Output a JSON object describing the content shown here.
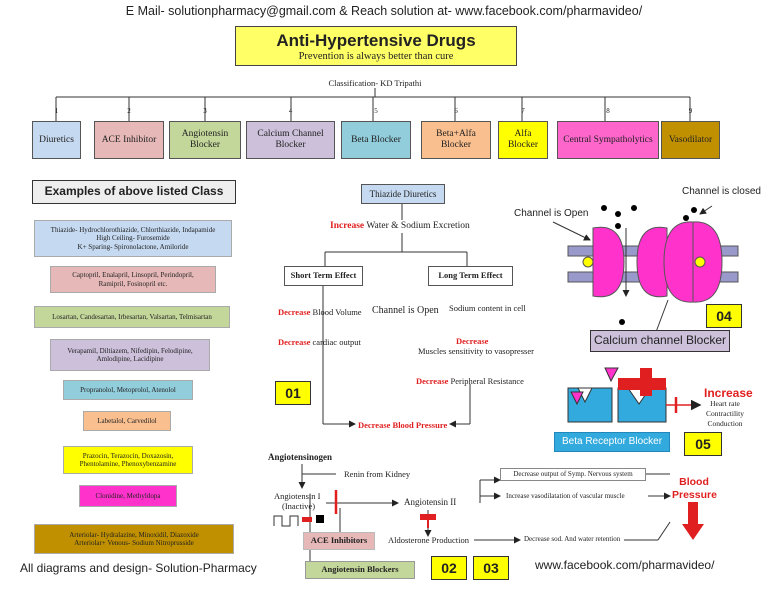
{
  "header": {
    "email_line": "E Mail- solutionpharmacy@gmail.com & Reach solution at- www.facebook.com/pharmavideo/",
    "title": "Anti-Hypertensive Drugs",
    "subtitle": "Prevention is always better than cure",
    "classification": "Classification- KD Tripathi"
  },
  "classes": [
    {
      "num": "1",
      "label": "Diuretics",
      "color": "#c5d9f1"
    },
    {
      "num": "2",
      "label": "ACE Inhibitor",
      "color": "#e6b9b8"
    },
    {
      "num": "3",
      "label": "Angiotensin Blocker",
      "color": "#c4d79b"
    },
    {
      "num": "4",
      "label": "Calcium Channel Blocker",
      "color": "#ccc0da"
    },
    {
      "num": "5",
      "label": "Beta Blocker",
      "color": "#92cddc"
    },
    {
      "num": "6",
      "label": "Beta+Alfa Blocker",
      "color": "#fabf8f"
    },
    {
      "num": "7",
      "label": "Alfa Blocker",
      "color": "#ffff00"
    },
    {
      "num": "8",
      "label": "Central Sympatholytics",
      "color": "#ff66cc"
    },
    {
      "num": "9",
      "label": "Vasodilator",
      "color": "#c09000"
    }
  ],
  "examples": {
    "heading": "Examples of above listed Class",
    "items": [
      {
        "lines": [
          "Thiazide- Hydrochlorothiazide, Chlorthiazide, Indapamide",
          "High Ceiling- Furosemide",
          "K+ Sparing- Spironolactone, Amiloride"
        ],
        "color": "#c5d9f1"
      },
      {
        "lines": [
          "Captopril, Enalapril, Linsopril, Perindopril,",
          "Ramipril, Fosinopril etc."
        ],
        "color": "#e6b9b8"
      },
      {
        "lines": [
          "Losartan, Candesartan, Irbesartan, Valsartan, Telmisartan"
        ],
        "color": "#c4d79b"
      },
      {
        "lines": [
          "Verapamil, Diltiazem, Nifedipin, Felodipine,",
          "Amlodipine, Lacidipine"
        ],
        "color": "#ccc0da"
      },
      {
        "lines": [
          "Propranolol, Metoprolol, Atenolol"
        ],
        "color": "#92cddc"
      },
      {
        "lines": [
          "Labetalol, Carvedilol"
        ],
        "color": "#fabf8f"
      },
      {
        "lines": [
          "Prazocin, Terazocin, Doxazosin,",
          "Phentolamine, Phenoxybenzamine"
        ],
        "color": "#ffff00"
      },
      {
        "lines": [
          "Clonidine, Methyldopa"
        ],
        "color": "#ff33cc"
      },
      {
        "lines": [
          "Arteriolar- Hydralazine, Minoxidil, Diazoxide",
          "Arteriolar+ Venous- Sodium Nitroprusside"
        ],
        "color": "#c09000"
      }
    ]
  },
  "diuretics_flow": {
    "top_box": "Thiazide Diuretics",
    "increase_word": "Increase",
    "increase_rest": "Water & Sodium Excretion",
    "short_term": "Short Term Effect",
    "long_term": "Long Term Effect",
    "decrease_word": "Decrease",
    "blood_volume": "Blood Volume",
    "cardiac_output": "cardiac output",
    "channel_open_mid": "Channel is Open",
    "sodium_content": "Sodium content in cell",
    "muscles_sensitivity": "Muscles sensitivity to vasopresser",
    "peripheral_resistance": "Peripheral Resistance",
    "decrease_bp": "Decrease Blood Pressure",
    "num": "01"
  },
  "calcium": {
    "channel_open": "Channel is Open",
    "channel_closed": "Channel is closed",
    "label": "Calcium channel Blocker",
    "num": "04"
  },
  "beta": {
    "increase": "Increase",
    "effects": [
      "Heart rate",
      "Contractility",
      "Conduction"
    ],
    "label": "Beta Receptor Blocker",
    "num": "05"
  },
  "raas": {
    "angiotensinogen": "Angiotensinogen",
    "renin": "Renin from Kidney",
    "angiotensin1_a": "Angiotensin I",
    "angiotensin1_b": "(Inactive)",
    "angiotensin2": "Angiotensin II",
    "aldosterone": "Aldosterone Production",
    "symp_output": "Decrease output of Symp. Nervous system",
    "vasodilatation": "Increase vasodilatation of vascular muscle",
    "water_retention": "Decrease sod. And water retention",
    "bp_line1": "Blood",
    "bp_line2": "Pressure",
    "ace_label": "ACE Inhibitors",
    "arb_label": "Angiotensin Blockers",
    "num2": "02",
    "num3": "03"
  },
  "footer": {
    "left": "All diagrams and design- Solution-Pharmacy",
    "right": "www.facebook.com/pharmavideo/"
  },
  "colors": {
    "title_bg": "#ffff66",
    "red": "#e02020",
    "magenta": "#ff33cc",
    "lavender": "#9999cc",
    "blue_cell": "#33aadd"
  }
}
